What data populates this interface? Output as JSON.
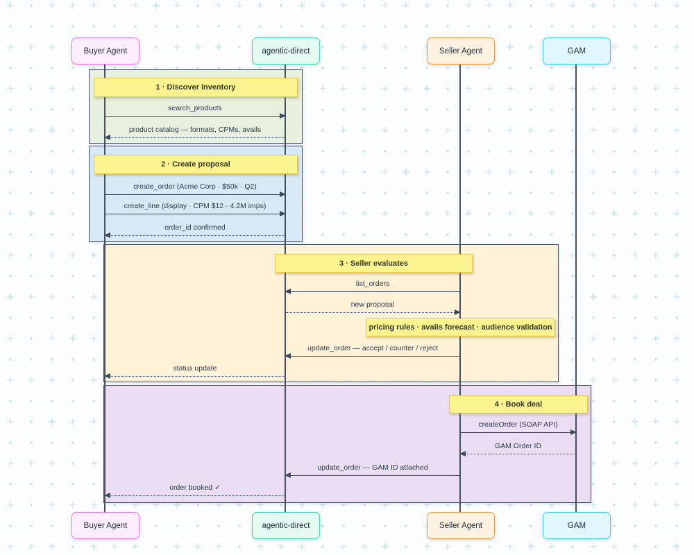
{
  "canvas": {
    "background": "#fbfdfe",
    "pattern_plus_color": "#d5eaf4",
    "pattern_plus_color_strong": "#c6e3f1",
    "pattern_dot_color": "#cfe6f0"
  },
  "actors": [
    {
      "id": "buyer-agent",
      "label": "Buyer Agent",
      "fill": "#fdeefd",
      "border": "#e77de6"
    },
    {
      "id": "agentic-direct",
      "label": "agentic-direct",
      "fill": "#e5faf2",
      "border": "#3ed3a9"
    },
    {
      "id": "seller-agent",
      "label": "Seller Agent",
      "fill": "#fdf2e2",
      "border": "#ef9a43"
    },
    {
      "id": "gam",
      "label": "GAM",
      "fill": "#e2f7fb",
      "border": "#3fcde4"
    }
  ],
  "label_style": {
    "fill": "#fbf290",
    "border": "#e5c74e"
  },
  "phases": [
    {
      "title": "1 · Discover inventory",
      "fill": "#e8f0df",
      "messages": [
        {
          "text": "search_products",
          "from": "Buyer Agent",
          "to": "agentic-direct",
          "line": "solid"
        },
        {
          "text": "product catalog — formats, CPMs, avails",
          "from": "agentic-direct",
          "to": "Buyer Agent",
          "line": "dotted"
        }
      ]
    },
    {
      "title": "2 · Create proposal",
      "fill": "#d7e9f6",
      "messages": [
        {
          "text": "create_order (Acme Corp · $50k · Q2)",
          "from": "Buyer Agent",
          "to": "agentic-direct",
          "line": "solid"
        },
        {
          "text": "create_line (display · CPM $12 · 4.2M imps)",
          "from": "Buyer Agent",
          "to": "agentic-direct",
          "line": "solid"
        },
        {
          "text": "order_id confirmed",
          "from": "agentic-direct",
          "to": "Buyer Agent",
          "line": "dotted"
        }
      ]
    },
    {
      "title": "3 · Seller evaluates",
      "fill": "#fdf1d7",
      "note": "pricing rules · avails forecast · audience validation",
      "messages": [
        {
          "text": "list_orders",
          "from": "Seller Agent",
          "to": "agentic-direct",
          "line": "solid"
        },
        {
          "text": "new proposal",
          "from": "agentic-direct",
          "to": "Seller Agent",
          "line": "dotted"
        },
        {
          "text": "update_order — accept / counter / reject",
          "from": "Seller Agent",
          "to": "agentic-direct",
          "line": "solid"
        },
        {
          "text": "status update",
          "from": "agentic-direct",
          "to": "Buyer Agent",
          "line": "dotted"
        }
      ]
    },
    {
      "title": "4 · Book deal",
      "fill": "#ebdef2",
      "messages": [
        {
          "text": "createOrder (SOAP API)",
          "from": "Seller Agent",
          "to": "GAM",
          "line": "solid"
        },
        {
          "text": "GAM Order ID",
          "from": "GAM",
          "to": "Seller Agent",
          "line": "dotted"
        },
        {
          "text": "update_order — GAM ID attached",
          "from": "Seller Agent",
          "to": "agentic-direct",
          "line": "solid"
        },
        {
          "text": "order booked ✓",
          "from": "agentic-direct",
          "to": "Buyer Agent",
          "line": "dotted"
        }
      ]
    }
  ]
}
